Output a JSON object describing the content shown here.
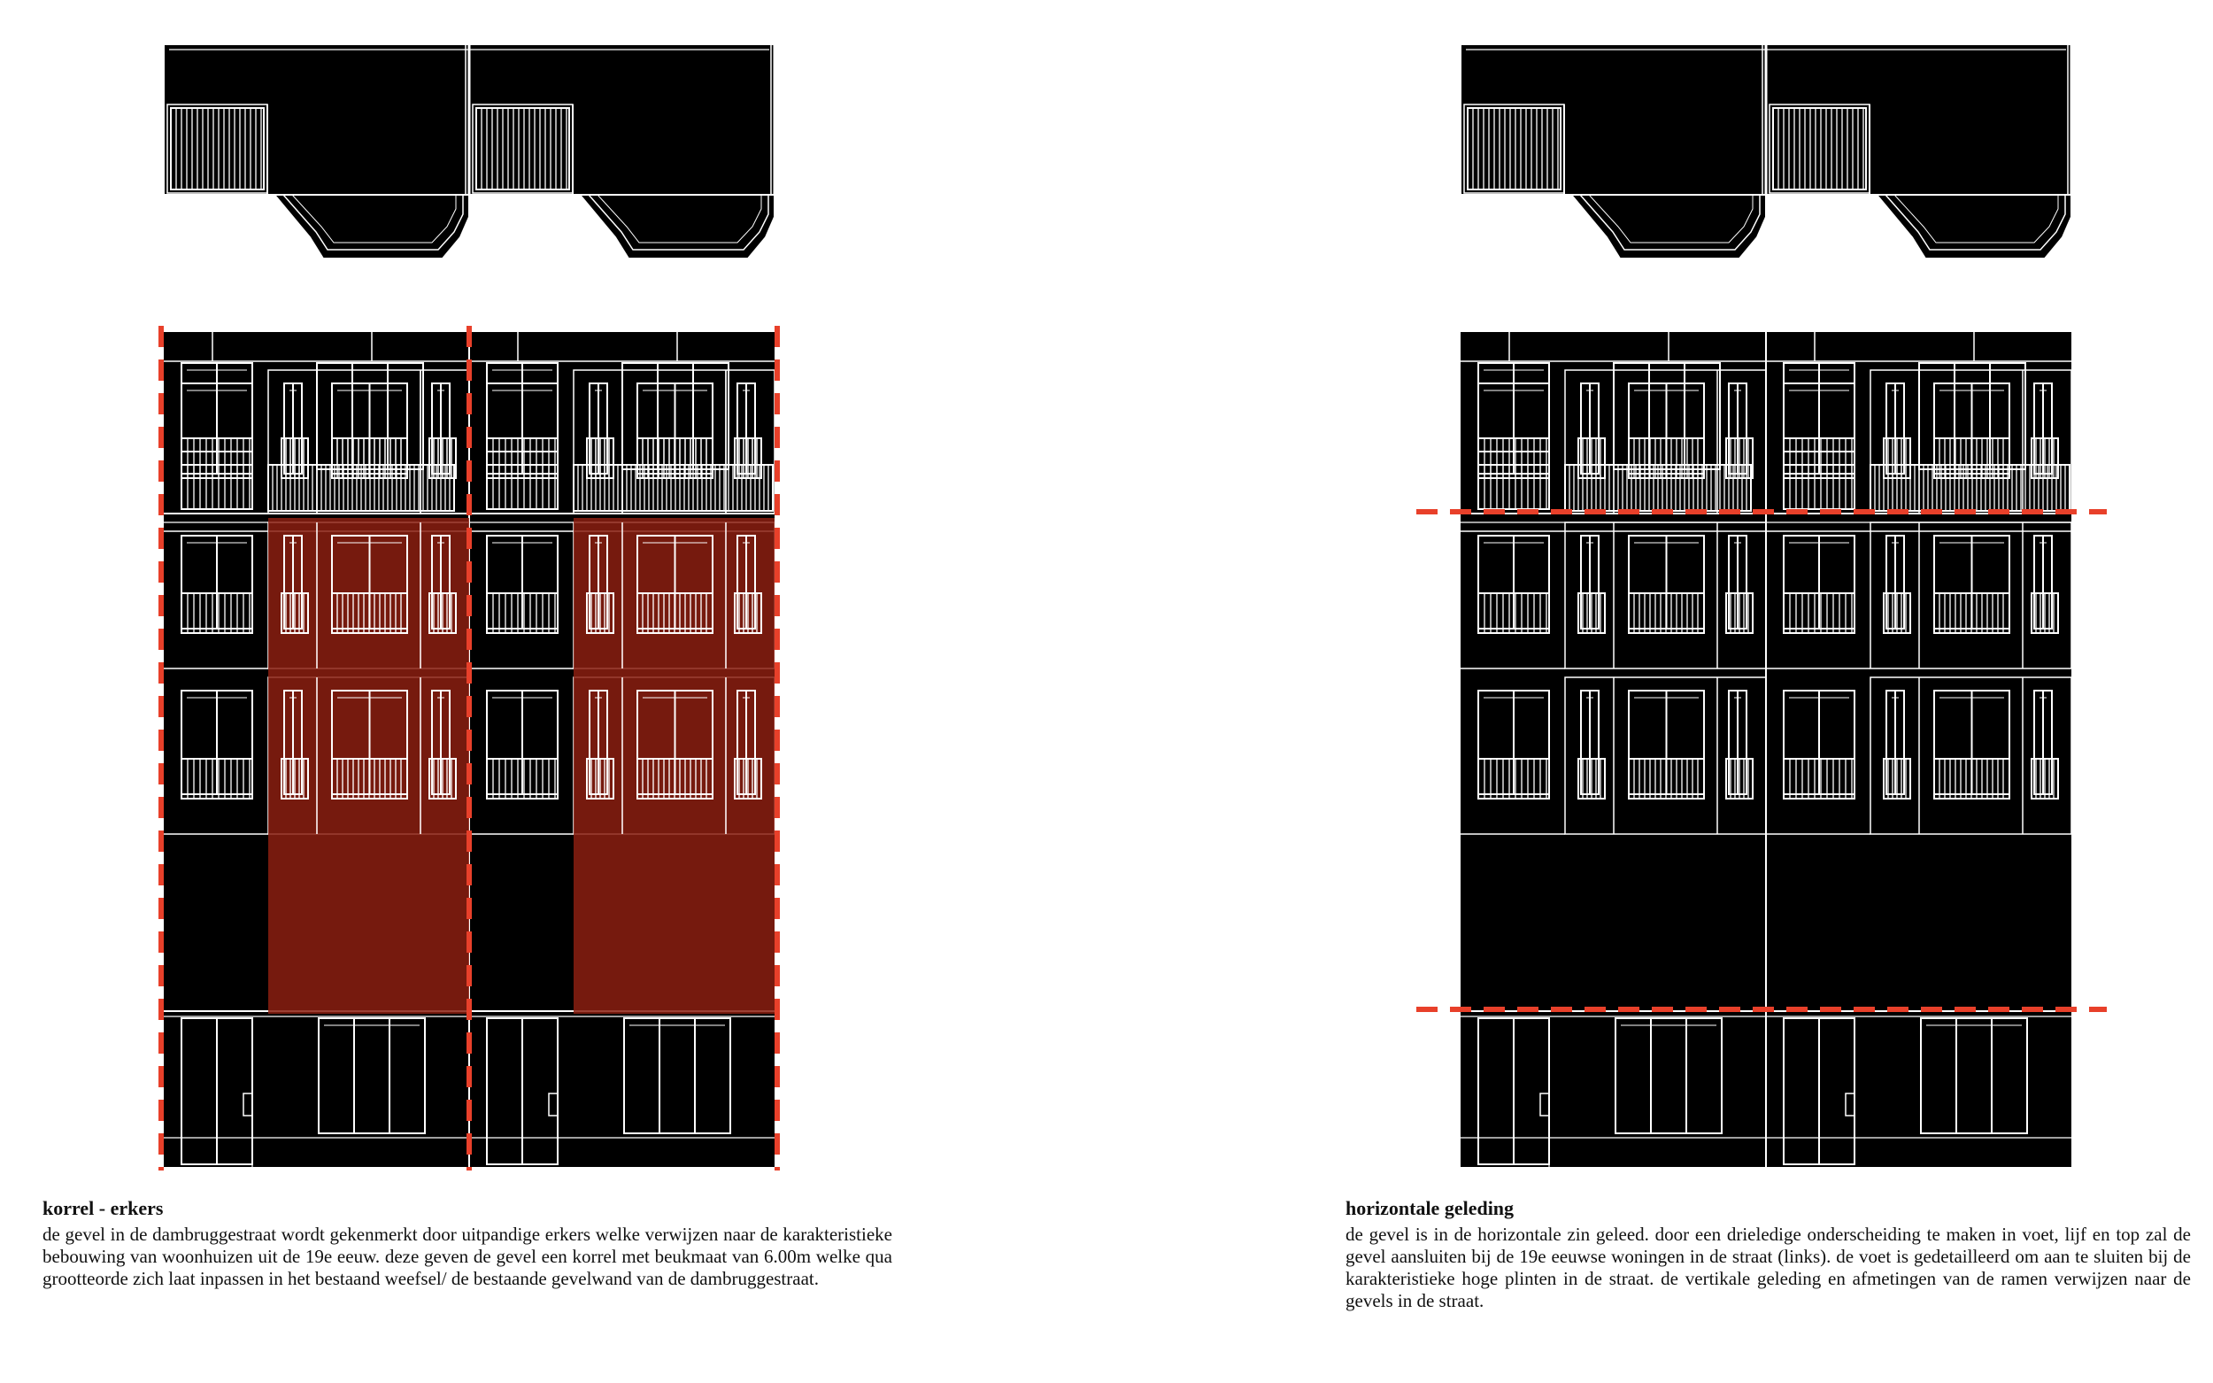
{
  "panels": [
    {
      "id": "left",
      "title": "korrel - erkers",
      "text": "de gevel in de dambruggestraat wordt gekenmerkt door uitpandige erkers welke verwijzen naar de karakteristieke bebouwing van woonhuizen uit de 19e eeuw. deze geven de gevel een korrel met beukmaat van 6.00m welke qua grootteorde zich laat inpassen in het bestaand weefsel/ de bestaande gevelwand van de dambruggestraat.",
      "highlight": "vertical-bays"
    },
    {
      "id": "right",
      "title": "horizontale geleding",
      "text": "de gevel is in de horizontale zin geleed. door een drieledige onderscheiding te maken in voet, lijf en top zal de gevel aansluiten bij de 19e eeuwse woningen in de straat (links). de voet is gedetailleerd om aan te sluiten bij de karakteristieke hoge plinten in de straat. de vertikale geleding en afmetingen van de ramen verwijzen naar de gevels in de straat.",
      "highlight": "horizontal-bands"
    }
  ],
  "colors": {
    "background": "#ffffff",
    "facade": "#000000",
    "line": "#ffffff",
    "accent": "#e8402a",
    "erker_fill": "#8b1e10"
  }
}
